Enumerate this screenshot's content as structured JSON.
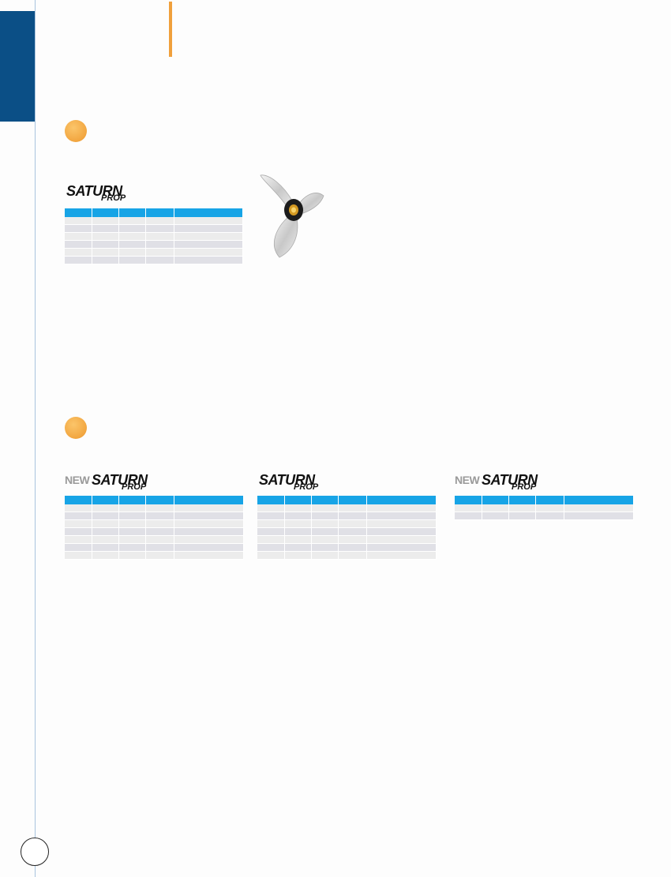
{
  "colors": {
    "brand_blue": "#0b4f86",
    "accent_orange": "#f0a03c",
    "table_header_blue": "#17a4e6",
    "row_light": "#ececec",
    "row_dark": "#e0e0e6"
  },
  "icons": {
    "section_bullet": "orange-circle-icon",
    "product_image": "stainless-propeller-image",
    "page_number_marker": "page-circle-icon"
  },
  "sections": [
    {
      "tables": [
        {
          "logo": {
            "new": "",
            "brand": "SATURN",
            "sub": "PROP"
          },
          "columns": [
            "",
            "",
            "",
            "",
            ""
          ],
          "rows": [
            [
              "",
              "",
              "",
              "",
              ""
            ],
            [
              "",
              "",
              "",
              "",
              ""
            ],
            [
              "",
              "",
              "",
              "",
              ""
            ],
            [
              "",
              "",
              "",
              "",
              ""
            ],
            [
              "",
              "",
              "",
              "",
              ""
            ],
            [
              "",
              "",
              "",
              "",
              ""
            ]
          ]
        }
      ]
    },
    {
      "tables": [
        {
          "logo": {
            "new": "NEW",
            "brand": "SATURN",
            "sub": "PROP"
          },
          "columns": [
            "",
            "",
            "",
            "",
            ""
          ],
          "rows": [
            [
              "",
              "",
              "",
              "",
              ""
            ],
            [
              "",
              "",
              "",
              "",
              ""
            ],
            [
              "",
              "",
              "",
              "",
              ""
            ],
            [
              "",
              "",
              "",
              "",
              ""
            ],
            [
              "",
              "",
              "",
              "",
              ""
            ],
            [
              "",
              "",
              "",
              "",
              ""
            ],
            [
              "",
              "",
              "",
              "",
              ""
            ]
          ]
        },
        {
          "logo": {
            "new": "",
            "brand": "SATURN",
            "sub": "PROP"
          },
          "columns": [
            "",
            "",
            "",
            "",
            ""
          ],
          "rows": [
            [
              "",
              "",
              "",
              "",
              ""
            ],
            [
              "",
              "",
              "",
              "",
              ""
            ],
            [
              "",
              "",
              "",
              "",
              ""
            ],
            [
              "",
              "",
              "",
              "",
              ""
            ],
            [
              "",
              "",
              "",
              "",
              ""
            ],
            [
              "",
              "",
              "",
              "",
              ""
            ],
            [
              "",
              "",
              "",
              "",
              ""
            ]
          ]
        },
        {
          "logo": {
            "new": "NEW",
            "brand": "SATURN",
            "sub": "PROP"
          },
          "columns": [
            "",
            "",
            "",
            "",
            ""
          ],
          "rows": [
            [
              "",
              "",
              "",
              "",
              ""
            ],
            [
              "",
              "",
              "",
              "",
              ""
            ]
          ]
        }
      ]
    }
  ]
}
